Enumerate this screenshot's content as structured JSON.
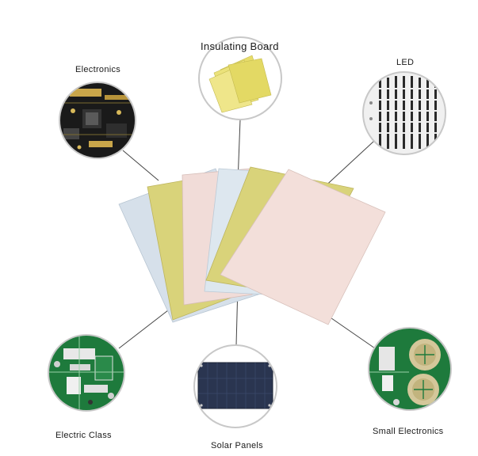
{
  "labels": {
    "insulating_board": "Insulating Board",
    "electronics": "Electronics",
    "led": "LED",
    "electric_class": "Electric Class",
    "solar_panels": "Solar Panels",
    "small_electronics": "Small Electronics"
  },
  "colors": {
    "connector_line": "#444444",
    "circle_border": "#c8c8c8",
    "pcb_green": "#1e7a3c",
    "pcb_dark": "#1a1a1a",
    "solar_blue": "#2a3550",
    "yellow_sheet": "#d9d37a",
    "blue_sheet": "#d6e0ea",
    "pink_sheet": "#f1dcd8"
  }
}
